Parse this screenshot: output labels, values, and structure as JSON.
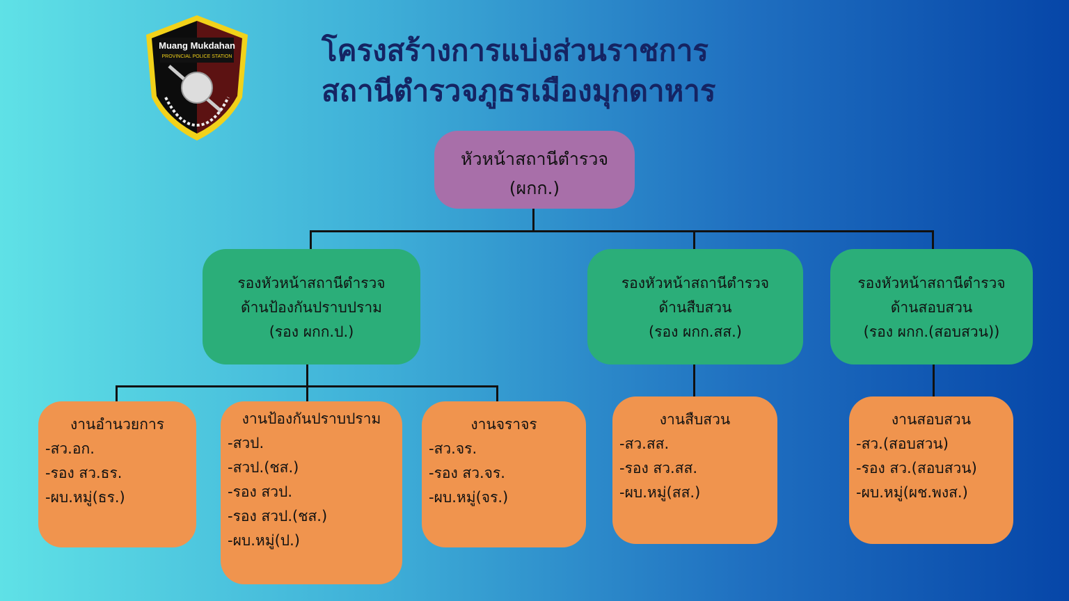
{
  "logo": {
    "line1": "Muang Mukdahan",
    "line2": "PROVINCIAL POLICE STATION"
  },
  "title": {
    "line1": "โครงสร้างการแบ่งส่วนราชการ",
    "line2": "สถานีตำรวจภูธรเมืองมุกดาหาร"
  },
  "head": {
    "line1": "หัวหน้าสถานีตำรวจ",
    "line2": "(ผกก.)"
  },
  "deputies": [
    {
      "line1": "รองหัวหน้าสถานีตำรวจ",
      "line2": "ด้านป้องกันปราบปราม",
      "line3": "(รอง ผกก.ป.)"
    },
    {
      "line1": "รองหัวหน้าสถานีตำรวจ",
      "line2": "ด้านสืบสวน",
      "line3": "(รอง ผกก.สส.)"
    },
    {
      "line1": "รองหัวหน้าสถานีตำรวจ",
      "line2": "ด้านสอบสวน",
      "line3": "(รอง ผกก.(สอบสวน))"
    }
  ],
  "units": [
    {
      "title": "งานอำนวยการ",
      "items": [
        "-สว.อก.",
        "-รอง สว.ธร.",
        "-ผบ.หมู่(ธร.)"
      ]
    },
    {
      "title": "งานป้องกันปราบปราม",
      "items": [
        "-สวป.",
        "-สวป.(ชส.)",
        "-รอง สวป.",
        "-รอง สวป.(ชส.)",
        "-ผบ.หมู่(ป.)"
      ]
    },
    {
      "title": "งานจราจร",
      "items": [
        "-สว.จร.",
        "-รอง สว.จร.",
        "-ผบ.หมู่(จร.)"
      ]
    },
    {
      "title": "งานสืบสวน",
      "items": [
        "-สว.สส.",
        "-รอง สว.สส.",
        "-ผบ.หมู่(สส.)"
      ]
    },
    {
      "title": "งานสอบสวน",
      "items": [
        "-สว.(สอบสวน)",
        "-รอง สว.(สอบสวน)",
        "-ผบ.หมู่(ผช.พงส.)"
      ]
    }
  ],
  "colors": {
    "head": "#a86fa9",
    "deputy": "#2bae79",
    "unit": "#f0944e",
    "title": "#152463"
  }
}
